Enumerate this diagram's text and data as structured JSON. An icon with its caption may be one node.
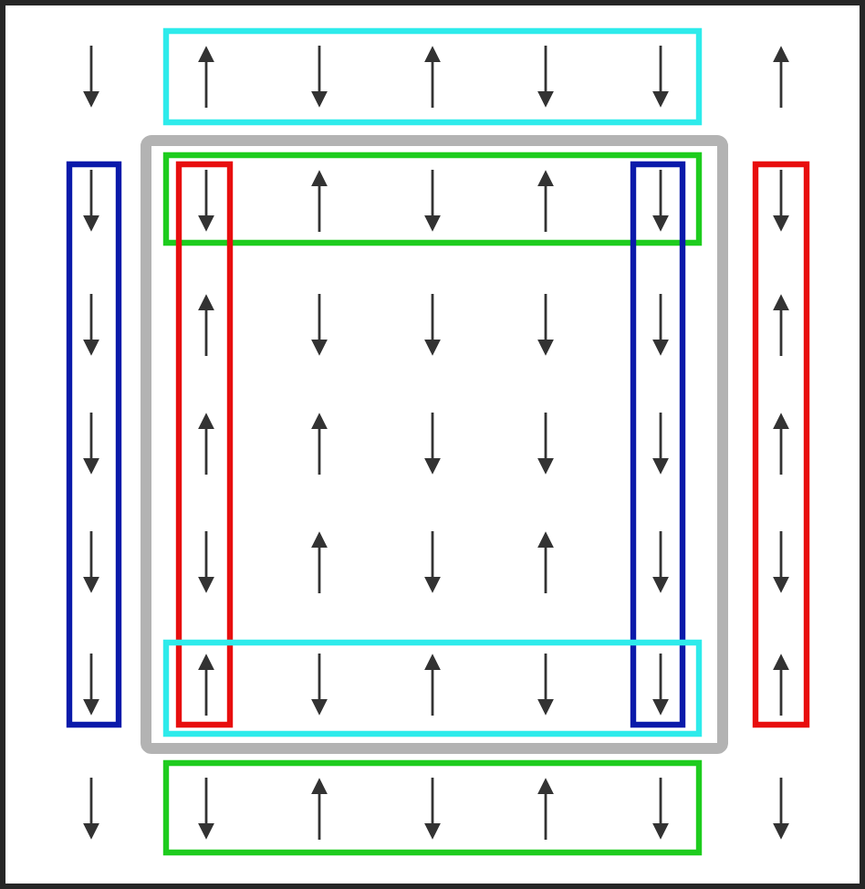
{
  "diagram": {
    "nodes": [
      {
        "text": [],
        "shape": "box"
      },
      {
        "text": [],
        "shape": "box"
      },
      {
        "text": [],
        "shape": "box",
        "in": 1
      },
      {
        "text": [],
        "shape": "box"
      },
      {
        "text": [],
        "shape": "box",
        "in": 1
      },
      {
        "text": [],
        "shape": "box",
        "in": 1
      },
      {
        "text": [],
        "shape": "box"
      },
      {
        "text": [],
        "shape": "box",
        "in": 1
      },
      {
        "text": [],
        "shape": "box"
      }
    ]
  }
}
